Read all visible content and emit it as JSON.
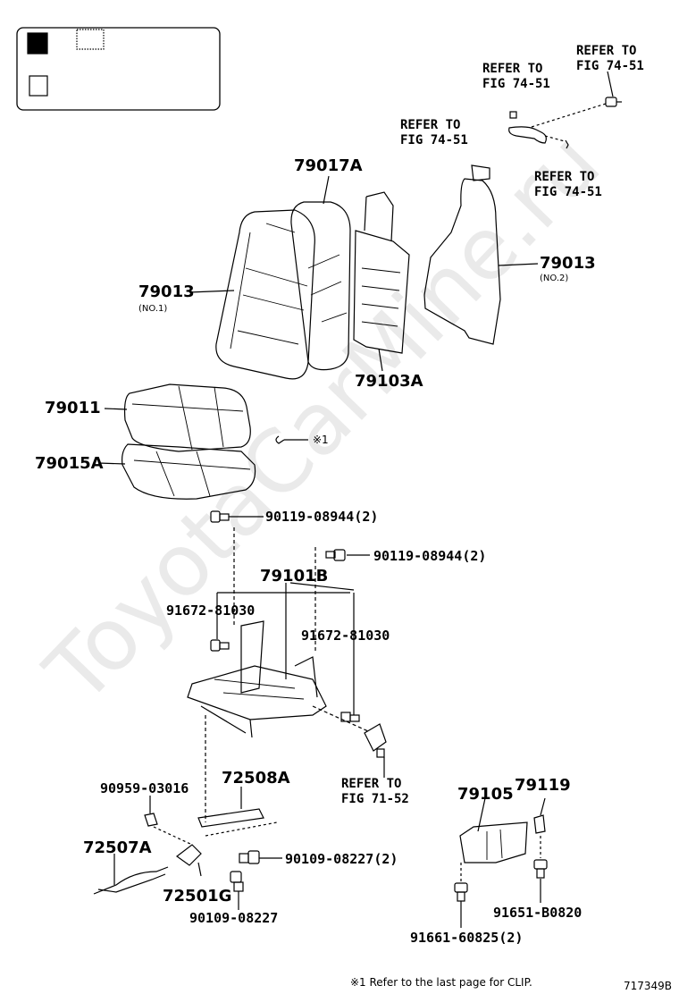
{
  "watermark": "ToyotaCarMine.ru",
  "legend": {
    "filled_icon": "filled-square-icon",
    "empty_icon": "empty-square-icon"
  },
  "labels": {
    "p79017A": "79017A",
    "p79013_no1": "79013",
    "no1": "(NO.1)",
    "p79013_no2": "79013",
    "no2": "(NO.2)",
    "p79103A": "79103A",
    "p79011": "79011",
    "p79015A": "79015A",
    "clip_mark": "※1",
    "p90119_a": "90119-08944(2)",
    "p90119_b": "90119-08944(2)",
    "p79101B": "79101B",
    "p91672_a": "91672-81030",
    "p91672_b": "91672-81030",
    "p90959": "90959-03016",
    "p72508A": "72508A",
    "p72507A": "72507A",
    "p90109_a": "90109-08227(2)",
    "p72501G": "72501G",
    "p90109_b": "90109-08227",
    "p79105": "79105",
    "p79119": "79119",
    "p91651": "91651-B0820",
    "p91661": "91661-60825(2)"
  },
  "refs": {
    "r1_line1": "REFER TO",
    "r1_line2": "FIG 74-51",
    "r2_line1": "REFER TO",
    "r2_line2": "FIG 74-51",
    "r3_line1": "REFER TO",
    "r3_line2": "FIG 74-51",
    "r4_line1": "REFER TO",
    "r4_line2": "FIG 74-51",
    "r5_line1": "REFER TO",
    "r5_line2": "FIG 71-52"
  },
  "footnote": "※1  Refer to the last page for CLIP.",
  "diagram_id": "717349B"
}
